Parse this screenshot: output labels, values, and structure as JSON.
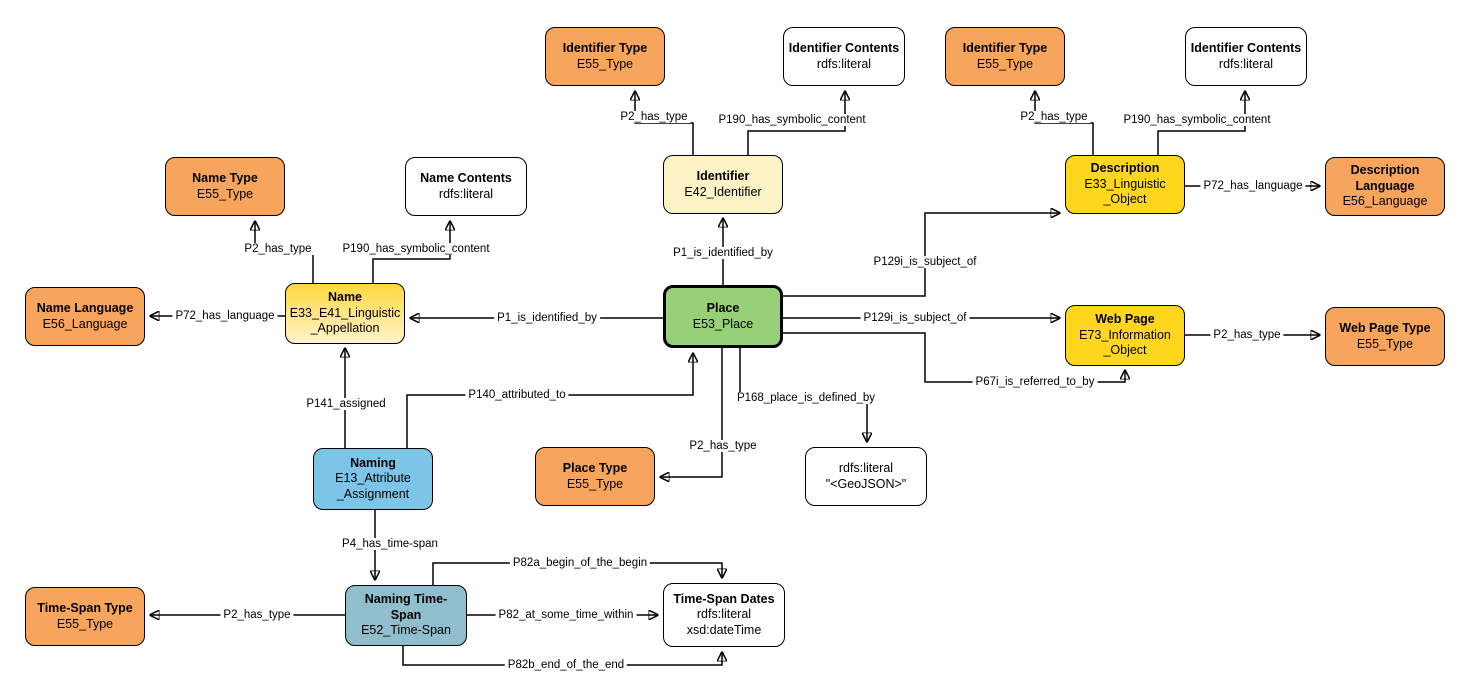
{
  "colors": {
    "orange": "#F7A55C",
    "yellow": "#FFD61E",
    "yellow_top": "#FFD83D",
    "yellow_bottom": "#FFF3CD",
    "cream": "#FCF2C5",
    "green": "#97D077",
    "blue": "#7DC5E8",
    "teal": "#90BECD",
    "line": "#000000"
  },
  "nodes": {
    "identifier_type_left": {
      "title": "Identifier Type",
      "sub": "E55_Type"
    },
    "identifier_contents_left": {
      "title": "Identifier Contents",
      "sub": "rdfs:literal"
    },
    "identifier_type_right": {
      "title": "Identifier Type",
      "sub": "E55_Type"
    },
    "identifier_contents_right": {
      "title": "Identifier Contents",
      "sub": "rdfs:literal"
    },
    "name_type": {
      "title": "Name Type",
      "sub": "E55_Type"
    },
    "name_contents": {
      "title": "Name Contents",
      "sub": "rdfs:literal"
    },
    "identifier": {
      "title": "Identifier",
      "sub": "E42_Identifier"
    },
    "description": {
      "title": "Description",
      "sub": "E33_Linguistic\n_Object"
    },
    "description_language": {
      "title": "Description Language",
      "sub": "E56_Language"
    },
    "name_language": {
      "title": "Name Language",
      "sub": "E56_Language"
    },
    "name": {
      "title": "Name",
      "sub": "E33_E41_Linguistic\n_Appellation"
    },
    "place": {
      "title": "Place",
      "sub": "E53_Place"
    },
    "web_page": {
      "title": "Web Page",
      "sub": "E73_Information\n_Object"
    },
    "web_page_type": {
      "title": "Web Page Type",
      "sub": "E55_Type"
    },
    "naming": {
      "title": "Naming",
      "sub": "E13_Attribute\n_Assignment"
    },
    "place_type": {
      "title": "Place Type",
      "sub": "E55_Type"
    },
    "geojson_literal": {
      "sub": "rdfs:literal\n\"<GeoJSON>\""
    },
    "time_span_type": {
      "title": "Time-Span Type",
      "sub": "E55_Type"
    },
    "naming_time_span": {
      "title": "Naming Time-Span",
      "sub": "E52_Time-Span"
    },
    "time_span_dates": {
      "title": "Time-Span Dates",
      "sub": "rdfs:literal\nxsd:dateTime"
    }
  },
  "edge_labels": {
    "identifier_p2_has_type": "P2_has_type",
    "identifier_p190": "P190_has_symbolic_content",
    "description_p2_has_type": "P2_has_type",
    "description_p190": "P190_has_symbolic_content",
    "name_p2_has_type": "P2_has_type",
    "name_p190": "P190_has_symbolic_content",
    "place_p1_identifier": "P1_is_identified_by",
    "place_p1_name": "P1_is_identified_by",
    "place_p129i_description": "P129i_is_subject_of",
    "place_p129i_webpage": "P129i_is_subject_of",
    "place_p67i": "P67i_is_referred_to_by",
    "description_p72": "P72_has_language",
    "name_p72": "P72_has_language",
    "webpage_p2_has_type": "P2_has_type",
    "naming_p141": "P141_assigned",
    "naming_p140": "P140_attributed_to",
    "place_p2_placetype": "P2_has_type",
    "place_p168": "P168_place_is_defined_by",
    "naming_p4": "P4_has_time-span",
    "timespan_p2_has_type": "P2_has_type",
    "p82a": "P82a_begin_of_the_begin",
    "p82": "P82_at_some_time_within",
    "p82b": "P82b_end_of_the_end"
  }
}
